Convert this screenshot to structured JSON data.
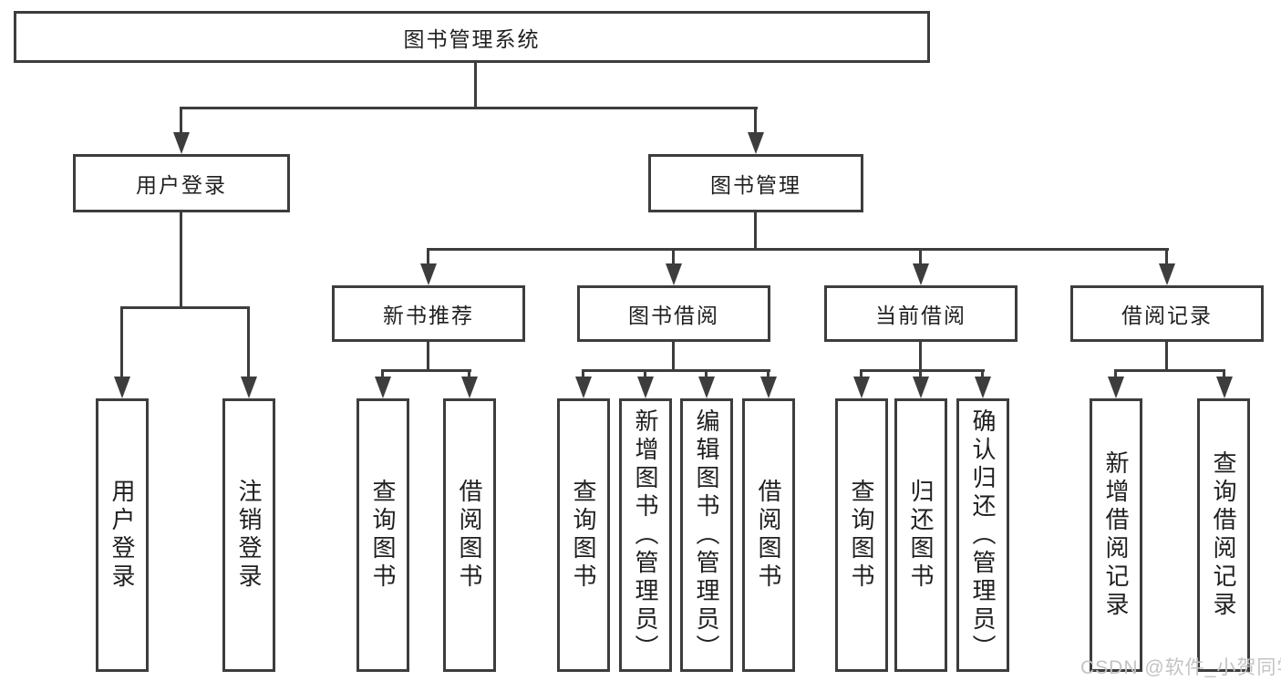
{
  "tree": {
    "root": {
      "label": "图书管理系统"
    },
    "branches": [
      {
        "label": "用户登录",
        "children": [
          {
            "label": "用户登录"
          },
          {
            "label": "注销登录"
          }
        ]
      },
      {
        "label": "图书管理",
        "sections": [
          {
            "label": "新书推荐",
            "children": [
              {
                "label": "查询图书"
              },
              {
                "label": "借阅图书"
              }
            ]
          },
          {
            "label": "图书借阅",
            "children": [
              {
                "label": "查询图书"
              },
              {
                "label": "新增图书（管理员）"
              },
              {
                "label": "编辑图书（管理员）"
              },
              {
                "label": "借阅图书"
              }
            ]
          },
          {
            "label": "当前借阅",
            "children": [
              {
                "label": "查询图书"
              },
              {
                "label": "归还图书"
              },
              {
                "label": "确认归还（管理员）"
              }
            ]
          },
          {
            "label": "借阅记录",
            "children": [
              {
                "label": "新增借阅记录"
              },
              {
                "label": "查询借阅记录"
              }
            ]
          }
        ]
      }
    ]
  },
  "watermark": {
    "text": "CSDN @软件_小贺同学"
  },
  "colors": {
    "line": "#3d3d3d",
    "text": "#1f1f1f",
    "background": "#ffffff",
    "watermark": "#c3c3c3"
  }
}
